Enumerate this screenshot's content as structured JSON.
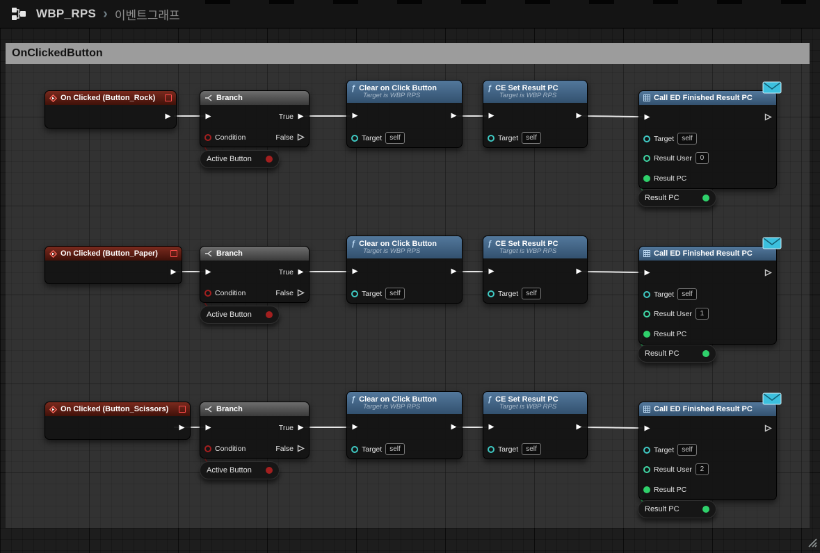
{
  "window": {
    "breadcrumb_root": "WBP_RPS",
    "breadcrumb_separator": "›",
    "breadcrumb_page": "이벤트그래프"
  },
  "comment": {
    "title": "OnClickedButton"
  },
  "labels": {
    "branch_title": "Branch",
    "true_label": "True",
    "false_label": "False",
    "condition_label": "Condition",
    "clear_title": "Clear on Click Button",
    "ce_title": "CE Set Result PC",
    "call_title": "Call ED Finished Result PC",
    "target_subtitle": "Target is WBP RPS",
    "target_label": "Target",
    "self_value": "self",
    "result_user_label": "Result User",
    "result_pc_label": "Result PC",
    "active_button_label": "Active Button",
    "result_pc_pill_label": "Result PC"
  },
  "rows": [
    {
      "event_title": "On Clicked (Button_Rock)",
      "result_user_value": "0"
    },
    {
      "event_title": "On Clicked (Button_Paper)",
      "result_user_value": "1"
    },
    {
      "event_title": "On Clicked (Button_Scissors)",
      "result_user_value": "2"
    }
  ],
  "colors": {
    "exec-wire": "#e8e8e8",
    "bool-pin": "#a31f1f",
    "object-pin": "#3fc9c3",
    "int-pin": "#3fd6a5",
    "green-pin": "#2fd06b",
    "event-hdr-a": "#7a2a1e",
    "event-hdr-b": "#401109",
    "func-hdr-a": "#53789c",
    "func-hdr-b": "#33516f",
    "branch-hdr-a": "#6e6e6e",
    "branch-hdr-b": "#3a3a3a",
    "comment-hdr": "#9c9c9c",
    "envelope": "#3cc0de"
  }
}
